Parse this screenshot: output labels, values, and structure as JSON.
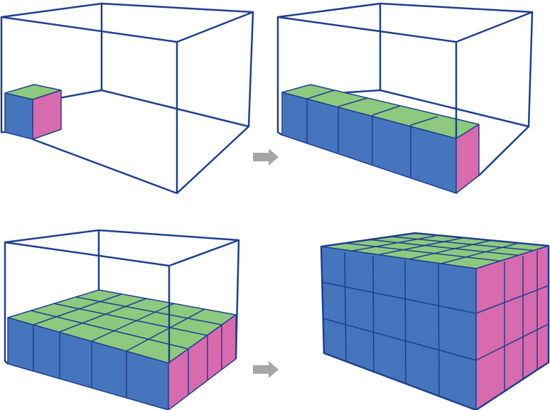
{
  "colors": {
    "outline": "#1f3f8f",
    "front_face": "#4576bd",
    "top_face": "#8ec97f",
    "side_face": "#d86aae",
    "arrow": "#a6a6a6"
  },
  "panels": [
    {
      "name": "panel-one-cube",
      "cubes_wide": 1,
      "cubes_deep": 1,
      "layers": 1,
      "description_icon": "single-unit-cube"
    },
    {
      "name": "panel-one-row",
      "cubes_wide": 5,
      "cubes_deep": 1,
      "layers": 1,
      "description_icon": "row-of-cubes"
    },
    {
      "name": "panel-one-layer",
      "cubes_wide": 5,
      "cubes_deep": 4,
      "layers": 1,
      "description_icon": "layer-of-cubes"
    },
    {
      "name": "panel-full-box",
      "cubes_wide": 5,
      "cubes_deep": 4,
      "layers": 3,
      "description_icon": "filled-box"
    }
  ],
  "arrows": [
    "right-arrow-icon",
    "right-arrow-icon"
  ]
}
